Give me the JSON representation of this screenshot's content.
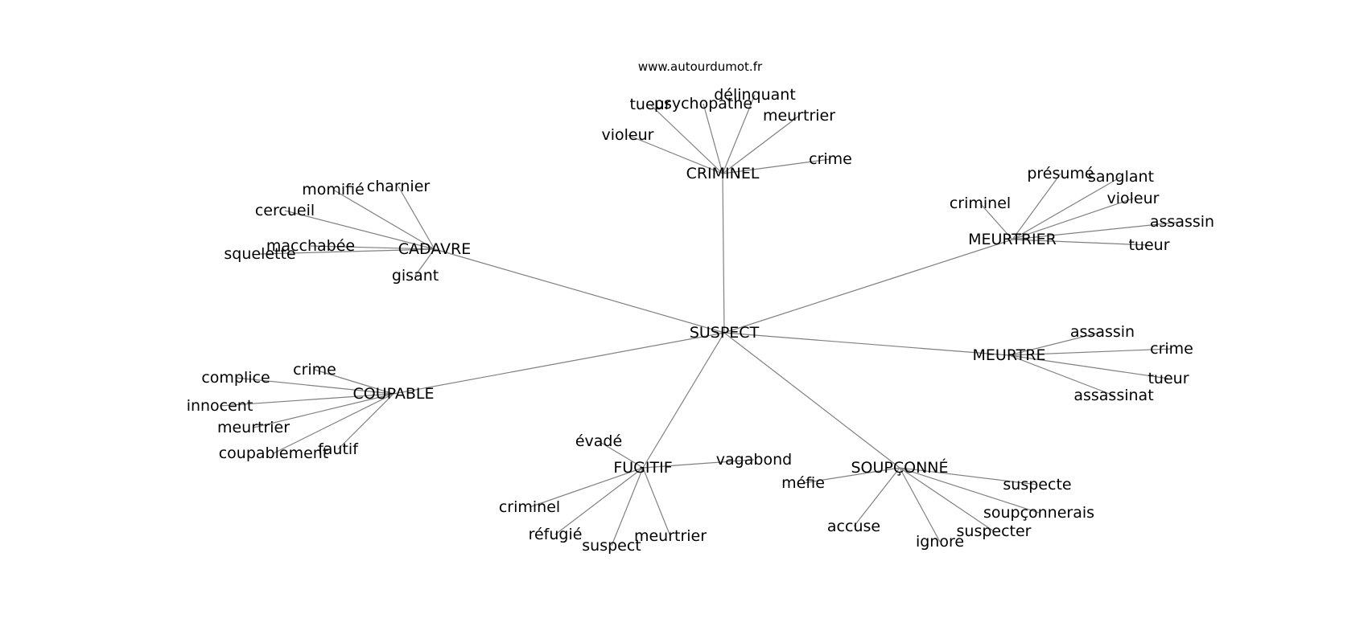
{
  "source": "www.autourdumot.fr",
  "graph": {
    "center": "SUSPECT",
    "hubs": [
      {
        "id": "CRIMINEL",
        "words": [
          "tueur",
          "psychopathe",
          "délinquant",
          "meurtrier",
          "violeur",
          "crime"
        ]
      },
      {
        "id": "CADAVRE",
        "words": [
          "momifié",
          "charnier",
          "cercueil",
          "macchabée",
          "squelette",
          "gisant"
        ]
      },
      {
        "id": "MEURTRIER",
        "words": [
          "présumé",
          "sanglant",
          "criminel",
          "violeur",
          "assassin",
          "tueur"
        ]
      },
      {
        "id": "MEURTRE",
        "words": [
          "assassin",
          "crime",
          "tueur",
          "assassinat"
        ]
      },
      {
        "id": "COUPABLE",
        "words": [
          "crime",
          "complice",
          "innocent",
          "meurtrier",
          "coupablement",
          "fautif"
        ]
      },
      {
        "id": "FUGITIF",
        "words": [
          "évadé",
          "vagabond",
          "criminel",
          "réfugié",
          "suspect",
          "meurtrier"
        ]
      },
      {
        "id": "SOUPÇONNÉ",
        "words": [
          "méfie",
          "suspecte",
          "soupçonnerais",
          "accuse",
          "suspecter",
          "ignore"
        ]
      }
    ]
  }
}
